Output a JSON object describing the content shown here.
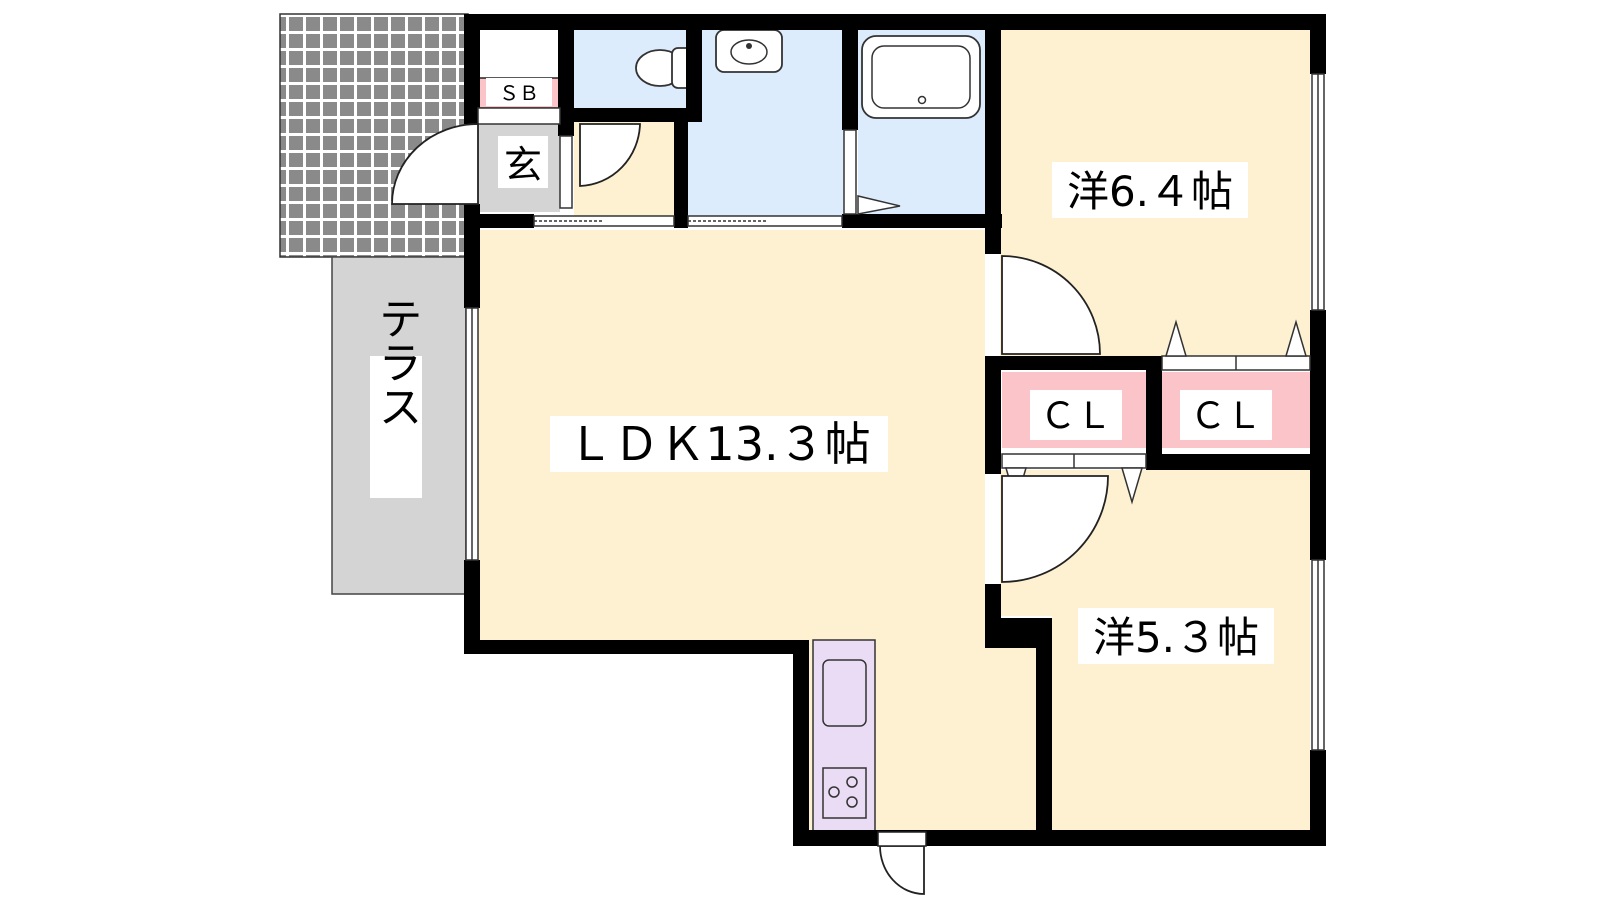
{
  "floorplan": {
    "rooms": {
      "ldk": "ＬＤＫ13.３帖",
      "western_1": "洋6.４帖",
      "western_2": "洋5.３帖",
      "closet_1": "ＣＬ",
      "closet_2": "ＣＬ",
      "entrance": "玄",
      "shoe_box": "ＳＢ",
      "terrace": "テラス"
    },
    "colors": {
      "wall": "#000000",
      "living": "#fdf1d2",
      "wet_area": "#dcecfc",
      "closet": "#fbc4c8",
      "kitchen": "#eadcf4",
      "terrace": "#d4d4d4",
      "entrance": "#d4d4d4",
      "balcony_grid": "#7a7a7a"
    },
    "icons": [
      "toilet-icon",
      "washbasin-icon",
      "bathtub-icon",
      "sink-icon",
      "stove-icon",
      "door-swing-icon"
    ]
  }
}
